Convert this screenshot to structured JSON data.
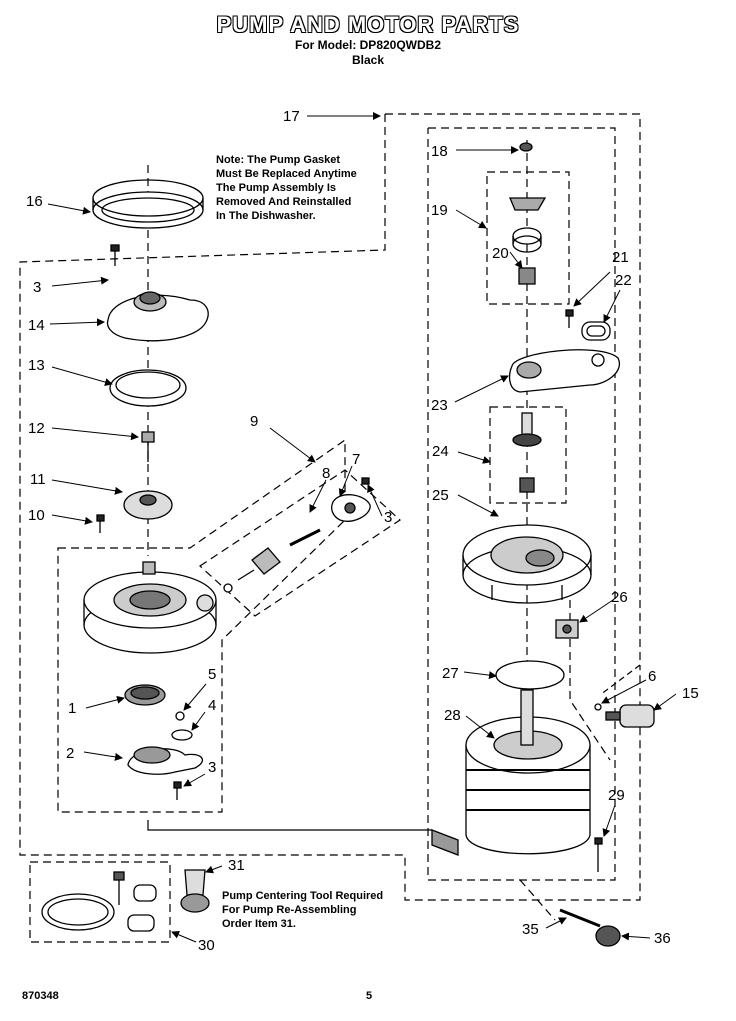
{
  "header": {
    "title": "PUMP AND MOTOR PARTS",
    "model": "For Model: DP820QWDB2",
    "color": "Black"
  },
  "notes": {
    "gasket_lines": [
      "Note: The Pump Gasket",
      "Must Be Replaced Anytime",
      "The Pump Assembly Is",
      "Removed And Reinstalled",
      "In The Dishwasher."
    ],
    "tool_lines": [
      "Pump Centering Tool Required",
      "For Pump Re-Assembling",
      "Order Item 31."
    ]
  },
  "callouts": {
    "c1": "1",
    "c2": "2",
    "c3a": "3",
    "c3b": "3",
    "c3c": "3",
    "c4": "4",
    "c5": "5",
    "c6": "6",
    "c7": "7",
    "c8": "8",
    "c9": "9",
    "c10": "10",
    "c11": "11",
    "c12": "12",
    "c13": "13",
    "c14": "14",
    "c15": "15",
    "c16": "16",
    "c17": "17",
    "c18": "18",
    "c19": "19",
    "c20": "20",
    "c21": "21",
    "c22": "22",
    "c23": "23",
    "c24": "24",
    "c25": "25",
    "c26": "26",
    "c27": "27",
    "c28": "28",
    "c29": "29",
    "c30": "30",
    "c31": "31",
    "c35": "35",
    "c36": "36"
  },
  "footer": {
    "doc_number": "870348",
    "page_number": "5"
  }
}
